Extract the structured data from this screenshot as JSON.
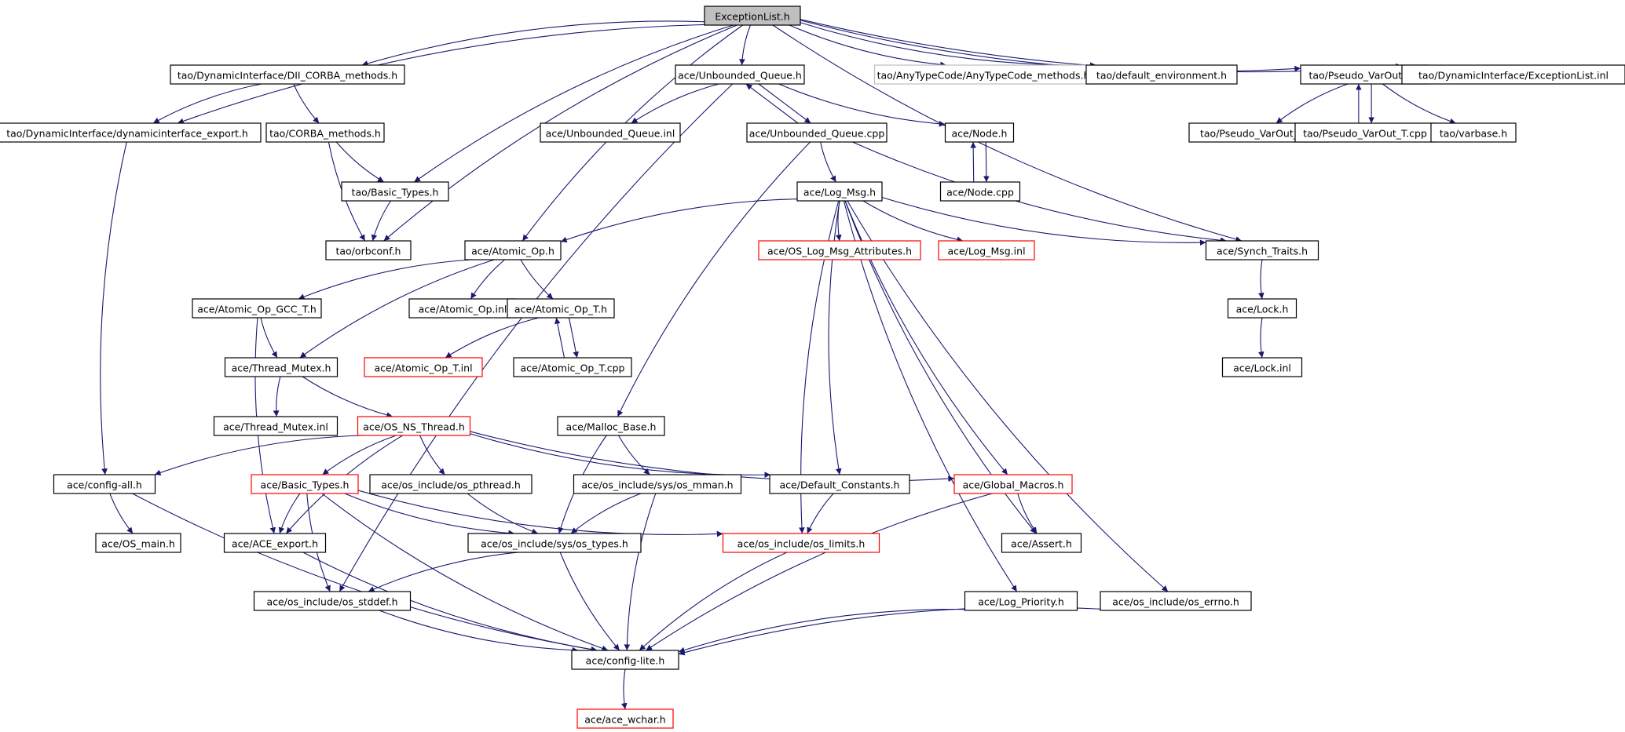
{
  "palette": {
    "edge": "#191970",
    "border_default": "#000000",
    "border_truncated": "#ff0000",
    "border_external": "#bfbfbf",
    "fill_default": "#ffffff",
    "fill_root": "#bfbfbf"
  },
  "nodes": [
    {
      "id": "exceptionlist_h",
      "label": "ExceptionList.h",
      "kind": "root"
    },
    {
      "id": "dii_corba_methods_h",
      "label": "tao/DynamicInterface/DII_CORBA_methods.h",
      "kind": "default"
    },
    {
      "id": "unbounded_queue_h",
      "label": "ace/Unbounded_Queue.h",
      "kind": "default"
    },
    {
      "id": "anytypecode_methods_h",
      "label": "tao/AnyTypeCode/AnyTypeCode_methods.h",
      "kind": "external"
    },
    {
      "id": "default_environment_h",
      "label": "tao/default_environment.h",
      "kind": "default"
    },
    {
      "id": "pseudo_varout_t_h",
      "label": "tao/Pseudo_VarOut_T.h",
      "kind": "default"
    },
    {
      "id": "exceptionlist_inl",
      "label": "tao/DynamicInterface/ExceptionList.inl",
      "kind": "default"
    },
    {
      "id": "dynamicinterface_export_h",
      "label": "tao/DynamicInterface/dynamicinterface_export.h",
      "kind": "default"
    },
    {
      "id": "tao_corba_methods_h",
      "label": "tao/CORBA_methods.h",
      "kind": "default"
    },
    {
      "id": "unbounded_queue_inl",
      "label": "ace/Unbounded_Queue.inl",
      "kind": "default"
    },
    {
      "id": "unbounded_queue_cpp",
      "label": "ace/Unbounded_Queue.cpp",
      "kind": "default"
    },
    {
      "id": "node_h",
      "label": "ace/Node.h",
      "kind": "default"
    },
    {
      "id": "pseudo_varout_t_inl",
      "label": "tao/Pseudo_VarOut_T.inl",
      "kind": "default"
    },
    {
      "id": "pseudo_varout_t_cpp",
      "label": "tao/Pseudo_VarOut_T.cpp",
      "kind": "default"
    },
    {
      "id": "varbase_h",
      "label": "tao/varbase.h",
      "kind": "default"
    },
    {
      "id": "tao_basic_types_h",
      "label": "tao/Basic_Types.h",
      "kind": "default"
    },
    {
      "id": "log_msg_h",
      "label": "ace/Log_Msg.h",
      "kind": "default"
    },
    {
      "id": "node_cpp",
      "label": "ace/Node.cpp",
      "kind": "default"
    },
    {
      "id": "orbconf_h",
      "label": "tao/orbconf.h",
      "kind": "default"
    },
    {
      "id": "atomic_op_h",
      "label": "ace/Atomic_Op.h",
      "kind": "default"
    },
    {
      "id": "os_log_msg_attributes_h",
      "label": "ace/OS_Log_Msg_Attributes.h",
      "kind": "truncated"
    },
    {
      "id": "log_msg_inl",
      "label": "ace/Log_Msg.inl",
      "kind": "truncated"
    },
    {
      "id": "synch_traits_h",
      "label": "ace/Synch_Traits.h",
      "kind": "default"
    },
    {
      "id": "atomic_op_gcc_t_h",
      "label": "ace/Atomic_Op_GCC_T.h",
      "kind": "default"
    },
    {
      "id": "atomic_op_inl",
      "label": "ace/Atomic_Op.inl",
      "kind": "default"
    },
    {
      "id": "atomic_op_t_h",
      "label": "ace/Atomic_Op_T.h",
      "kind": "default"
    },
    {
      "id": "lock_h",
      "label": "ace/Lock.h",
      "kind": "default"
    },
    {
      "id": "thread_mutex_h",
      "label": "ace/Thread_Mutex.h",
      "kind": "default"
    },
    {
      "id": "atomic_op_t_inl",
      "label": "ace/Atomic_Op_T.inl",
      "kind": "truncated"
    },
    {
      "id": "atomic_op_t_cpp",
      "label": "ace/Atomic_Op_T.cpp",
      "kind": "default"
    },
    {
      "id": "lock_inl",
      "label": "ace/Lock.inl",
      "kind": "default"
    },
    {
      "id": "thread_mutex_inl",
      "label": "ace/Thread_Mutex.inl",
      "kind": "default"
    },
    {
      "id": "os_ns_thread_h",
      "label": "ace/OS_NS_Thread.h",
      "kind": "truncated"
    },
    {
      "id": "malloc_base_h",
      "label": "ace/Malloc_Base.h",
      "kind": "default"
    },
    {
      "id": "config_all_h",
      "label": "ace/config-all.h",
      "kind": "default"
    },
    {
      "id": "ace_basic_types_h",
      "label": "ace/Basic_Types.h",
      "kind": "truncated"
    },
    {
      "id": "os_pthread_h",
      "label": "ace/os_include/os_pthread.h",
      "kind": "default"
    },
    {
      "id": "os_mman_h",
      "label": "ace/os_include/sys/os_mman.h",
      "kind": "default"
    },
    {
      "id": "default_constants_h",
      "label": "ace/Default_Constants.h",
      "kind": "default"
    },
    {
      "id": "global_macros_h",
      "label": "ace/Global_Macros.h",
      "kind": "truncated"
    },
    {
      "id": "os_main_h",
      "label": "ace/OS_main.h",
      "kind": "default"
    },
    {
      "id": "ace_export_h",
      "label": "ace/ACE_export.h",
      "kind": "default"
    },
    {
      "id": "os_types_h",
      "label": "ace/os_include/sys/os_types.h",
      "kind": "default"
    },
    {
      "id": "os_limits_h",
      "label": "ace/os_include/os_limits.h",
      "kind": "truncated"
    },
    {
      "id": "assert_h",
      "label": "ace/Assert.h",
      "kind": "default"
    },
    {
      "id": "os_stddef_h",
      "label": "ace/os_include/os_stddef.h",
      "kind": "default"
    },
    {
      "id": "log_priority_h",
      "label": "ace/Log_Priority.h",
      "kind": "default"
    },
    {
      "id": "os_errno_h",
      "label": "ace/os_include/os_errno.h",
      "kind": "default"
    },
    {
      "id": "config_lite_h",
      "label": "ace/config-lite.h",
      "kind": "default"
    },
    {
      "id": "ace_wchar_h",
      "label": "ace/ace_wchar.h",
      "kind": "truncated"
    }
  ],
  "edges": [
    [
      "exceptionlist_h",
      "dii_corba_methods_h"
    ],
    [
      "exceptionlist_h",
      "unbounded_queue_h"
    ],
    [
      "exceptionlist_h",
      "anytypecode_methods_h"
    ],
    [
      "exceptionlist_h",
      "default_environment_h"
    ],
    [
      "exceptionlist_h",
      "pseudo_varout_t_h"
    ],
    [
      "exceptionlist_h",
      "exceptionlist_inl"
    ],
    [
      "exceptionlist_h",
      "dynamicinterface_export_h"
    ],
    [
      "exceptionlist_h",
      "tao_basic_types_h"
    ],
    [
      "exceptionlist_h",
      "orbconf_h"
    ],
    [
      "exceptionlist_h",
      "atomic_op_h"
    ],
    [
      "exceptionlist_h",
      "synch_traits_h"
    ],
    [
      "dii_corba_methods_h",
      "dynamicinterface_export_h"
    ],
    [
      "dii_corba_methods_h",
      "tao_corba_methods_h"
    ],
    [
      "dynamicinterface_export_h",
      "config_all_h"
    ],
    [
      "tao_corba_methods_h",
      "tao_basic_types_h"
    ],
    [
      "tao_corba_methods_h",
      "orbconf_h"
    ],
    [
      "tao_basic_types_h",
      "orbconf_h"
    ],
    [
      "unbounded_queue_h",
      "unbounded_queue_inl"
    ],
    [
      "unbounded_queue_h",
      "unbounded_queue_cpp"
    ],
    [
      "unbounded_queue_cpp",
      "unbounded_queue_h"
    ],
    [
      "unbounded_queue_h",
      "node_h"
    ],
    [
      "unbounded_queue_h",
      "os_stddef_h"
    ],
    [
      "unbounded_queue_cpp",
      "log_msg_h"
    ],
    [
      "unbounded_queue_cpp",
      "malloc_base_h"
    ],
    [
      "unbounded_queue_cpp",
      "synch_traits_h"
    ],
    [
      "node_h",
      "node_cpp"
    ],
    [
      "node_cpp",
      "node_h"
    ],
    [
      "pseudo_varout_t_h",
      "pseudo_varout_t_inl"
    ],
    [
      "pseudo_varout_t_h",
      "pseudo_varout_t_cpp"
    ],
    [
      "pseudo_varout_t_cpp",
      "pseudo_varout_t_h"
    ],
    [
      "pseudo_varout_t_h",
      "varbase_h"
    ],
    [
      "log_msg_h",
      "atomic_op_h"
    ],
    [
      "log_msg_h",
      "os_log_msg_attributes_h"
    ],
    [
      "log_msg_h",
      "log_msg_inl"
    ],
    [
      "log_msg_h",
      "synch_traits_h"
    ],
    [
      "log_msg_h",
      "default_constants_h"
    ],
    [
      "log_msg_h",
      "os_limits_h"
    ],
    [
      "log_msg_h",
      "global_macros_h"
    ],
    [
      "log_msg_h",
      "assert_h"
    ],
    [
      "log_msg_h",
      "log_priority_h"
    ],
    [
      "log_msg_h",
      "os_errno_h"
    ],
    [
      "synch_traits_h",
      "lock_h"
    ],
    [
      "lock_h",
      "lock_inl"
    ],
    [
      "atomic_op_h",
      "atomic_op_gcc_t_h"
    ],
    [
      "atomic_op_h",
      "atomic_op_inl"
    ],
    [
      "atomic_op_h",
      "atomic_op_t_h"
    ],
    [
      "atomic_op_h",
      "thread_mutex_h"
    ],
    [
      "atomic_op_gcc_t_h",
      "thread_mutex_h"
    ],
    [
      "atomic_op_gcc_t_h",
      "ace_export_h"
    ],
    [
      "atomic_op_t_h",
      "atomic_op_t_inl"
    ],
    [
      "atomic_op_t_h",
      "atomic_op_t_cpp"
    ],
    [
      "atomic_op_t_cpp",
      "atomic_op_t_h"
    ],
    [
      "thread_mutex_h",
      "thread_mutex_inl"
    ],
    [
      "thread_mutex_h",
      "os_ns_thread_h"
    ],
    [
      "os_ns_thread_h",
      "config_all_h"
    ],
    [
      "os_ns_thread_h",
      "ace_basic_types_h"
    ],
    [
      "os_ns_thread_h",
      "ace_export_h"
    ],
    [
      "os_ns_thread_h",
      "os_pthread_h"
    ],
    [
      "os_ns_thread_h",
      "default_constants_h"
    ],
    [
      "os_ns_thread_h",
      "global_macros_h"
    ],
    [
      "malloc_base_h",
      "os_mman_h"
    ],
    [
      "malloc_base_h",
      "os_types_h"
    ],
    [
      "config_all_h",
      "os_main_h"
    ],
    [
      "config_all_h",
      "config_lite_h"
    ],
    [
      "ace_basic_types_h",
      "ace_export_h"
    ],
    [
      "ace_basic_types_h",
      "os_types_h"
    ],
    [
      "ace_basic_types_h",
      "os_stddef_h"
    ],
    [
      "ace_basic_types_h",
      "os_limits_h"
    ],
    [
      "ace_basic_types_h",
      "config_lite_h"
    ],
    [
      "os_pthread_h",
      "os_types_h"
    ],
    [
      "os_mman_h",
      "os_types_h"
    ],
    [
      "os_mman_h",
      "config_lite_h"
    ],
    [
      "default_constants_h",
      "os_limits_h"
    ],
    [
      "global_macros_h",
      "assert_h"
    ],
    [
      "global_macros_h",
      "config_lite_h"
    ],
    [
      "ace_export_h",
      "config_lite_h"
    ],
    [
      "os_types_h",
      "os_stddef_h"
    ],
    [
      "os_types_h",
      "config_lite_h"
    ],
    [
      "os_limits_h",
      "config_lite_h"
    ],
    [
      "os_stddef_h",
      "config_lite_h"
    ],
    [
      "log_priority_h",
      "config_lite_h"
    ],
    [
      "os_errno_h",
      "config_lite_h"
    ],
    [
      "config_lite_h",
      "ace_wchar_h"
    ]
  ]
}
